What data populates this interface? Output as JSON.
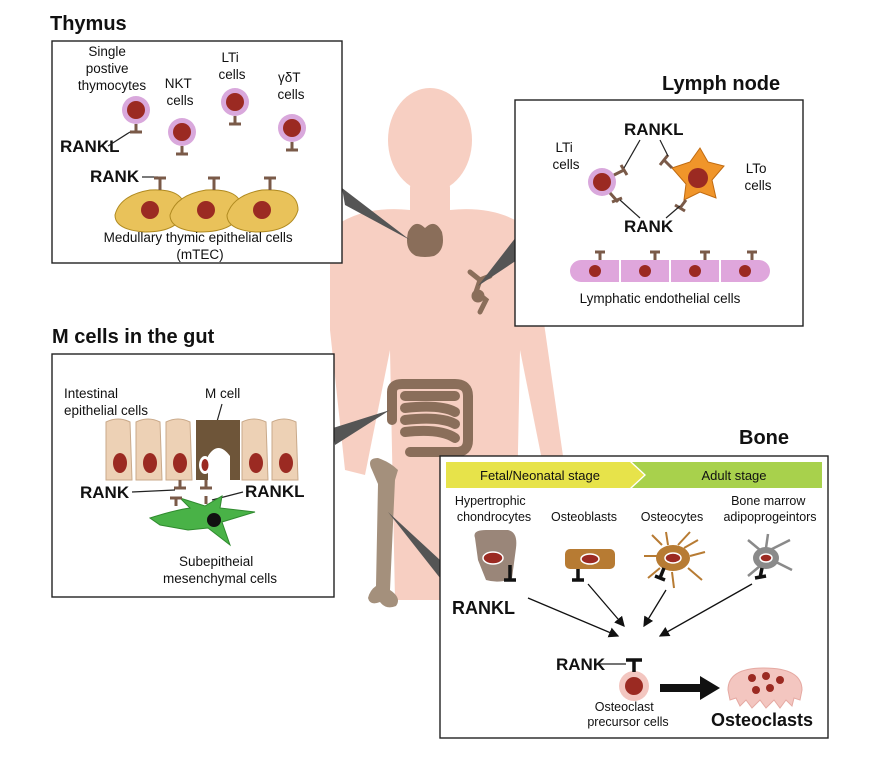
{
  "thymus": {
    "title": "Thymus",
    "single_positive": [
      "Single",
      "postive",
      "thymocytes"
    ],
    "nkt": [
      "NKT",
      "cells"
    ],
    "lti": [
      "LTi",
      "cells"
    ],
    "gdt": [
      "γδT",
      "cells"
    ],
    "rankl": "RANKL",
    "rank": "RANK",
    "mtec": [
      "Medullary thymic epithelial cells",
      "(mTEC)"
    ]
  },
  "lymph_node": {
    "title": "Lymph node",
    "rankl": "RANKL",
    "lti": [
      "LTi",
      "cells"
    ],
    "lto": [
      "LTo",
      "cells"
    ],
    "rank": "RANK",
    "lec": "Lymphatic endothelial cells"
  },
  "gut": {
    "title": "M cells in the gut",
    "intestinal": [
      "Intestinal",
      "epithelial cells"
    ],
    "mcell": "M cell",
    "rank": "RANK",
    "rankl": "RANKL",
    "mesenchymal": [
      "Subepitheial",
      "mesenchymal cells"
    ]
  },
  "bone": {
    "title": "Bone",
    "stage_fetal": "Fetal/Neonatal stage",
    "stage_adult": "Adult stage",
    "hyper": [
      "Hypertrophic",
      "chondrocytes"
    ],
    "osteoblasts": "Osteoblasts",
    "osteocytes": "Osteocytes",
    "adipo": [
      "Bone marrow",
      "adipoprogeintors"
    ],
    "rankl": "RANKL",
    "rank": "RANK",
    "precursor": [
      "Osteoclast",
      "precursor cells"
    ],
    "osteoclasts": "Osteoclasts"
  },
  "colors": {
    "body": "#f7cfc2",
    "organ": "#8a6e5a",
    "receptor": "#7a5a48",
    "nucleus": "#9b2a22",
    "lymphocyte": "#d9a8dc",
    "mtec": "#e9c25a",
    "lto": "#f0952a",
    "lec": "#dfa6dc",
    "epithelial": "#edd1b5",
    "mcell": "#6e5539",
    "mesenchymal": "#49b247",
    "osteoblast": "#b77b33",
    "osteoclast": "#f3c6c0",
    "stage_fetal": "#e7e34a",
    "stage_adult": "#a8d14c"
  }
}
